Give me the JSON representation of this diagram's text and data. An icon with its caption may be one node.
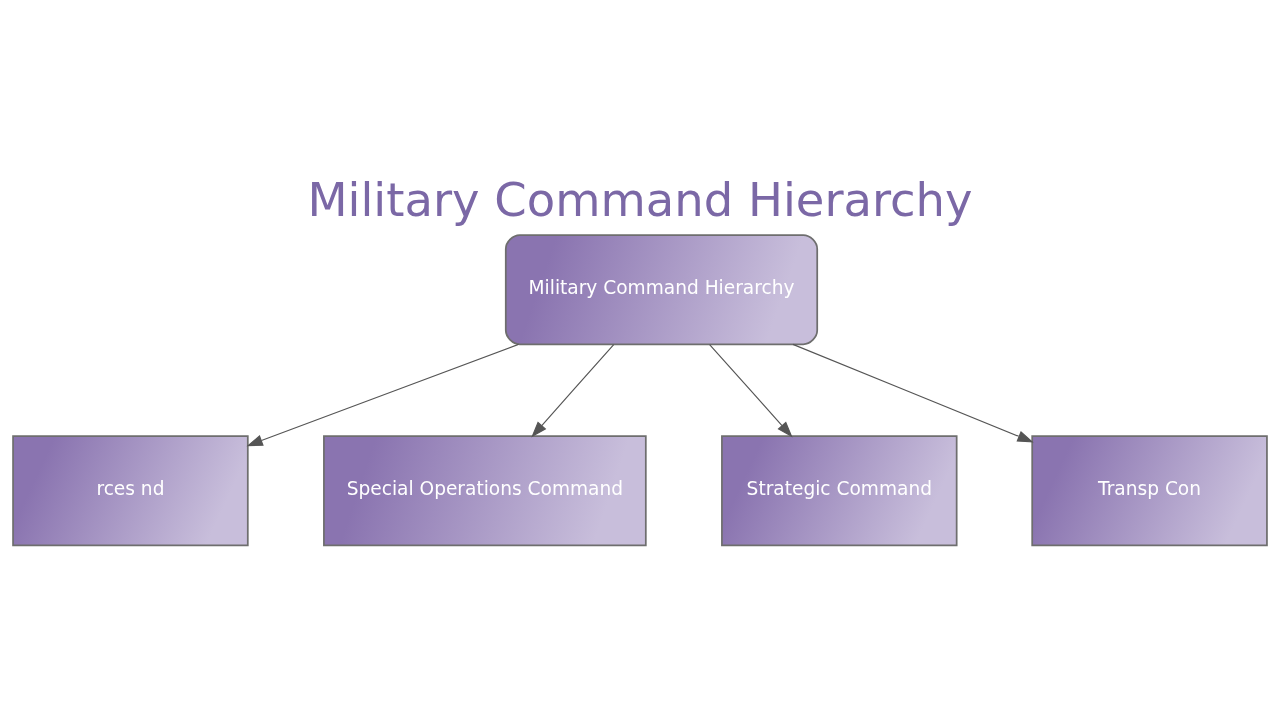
{
  "diagram": {
    "title": "Military Command Hierarchy",
    "nodes": [
      {
        "text": [
          "Military Command Hierarchy"
        ]
      },
      {
        "text": [
          "rces nd"
        ]
      },
      {
        "text": [
          "Special Operations Command"
        ]
      },
      {
        "text": [
          "Strategic Command"
        ]
      },
      {
        "text": [
          "Transp Con"
        ]
      }
    ],
    "edges": [
      {
        "from": 0,
        "to": 1,
        "arrow": "to"
      },
      {
        "from": 0,
        "to": 2,
        "arrow": "to"
      },
      {
        "from": 0,
        "to": 3,
        "arrow": "to"
      },
      {
        "from": 0,
        "to": 4,
        "arrow": "to"
      }
    ]
  }
}
